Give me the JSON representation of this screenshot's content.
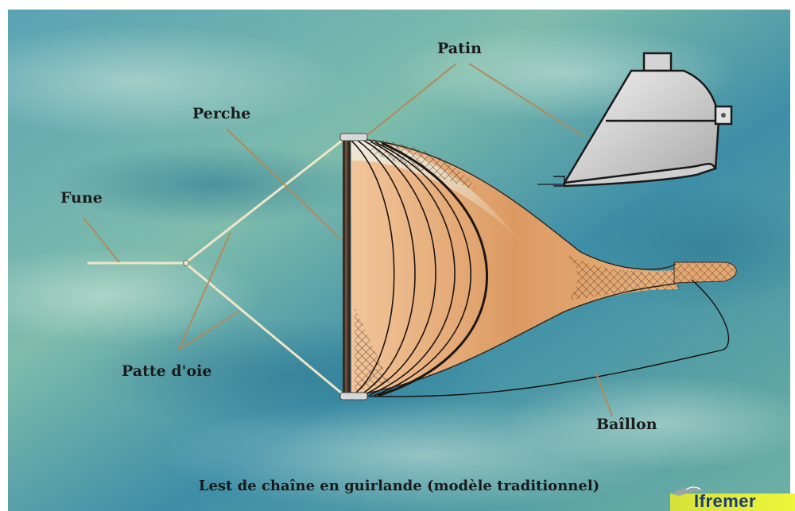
{
  "labels": {
    "patin": "Patin",
    "perche": "Perche",
    "fune": "Fune",
    "patte_doie": "Patte d'oie",
    "baillon": "Baîllon"
  },
  "caption": "Lest de chaîne en guirlande (modèle traditionnel)",
  "logo": {
    "text": "Ifremer"
  },
  "colors": {
    "background_blue": "#3f8fa6",
    "background_green": "#7ab8a0",
    "net_orange": "#d99a63",
    "beam_dark": "#3b2a22",
    "leader_line": "#b08a5a",
    "logo_yellow": "#e8ef2f"
  }
}
